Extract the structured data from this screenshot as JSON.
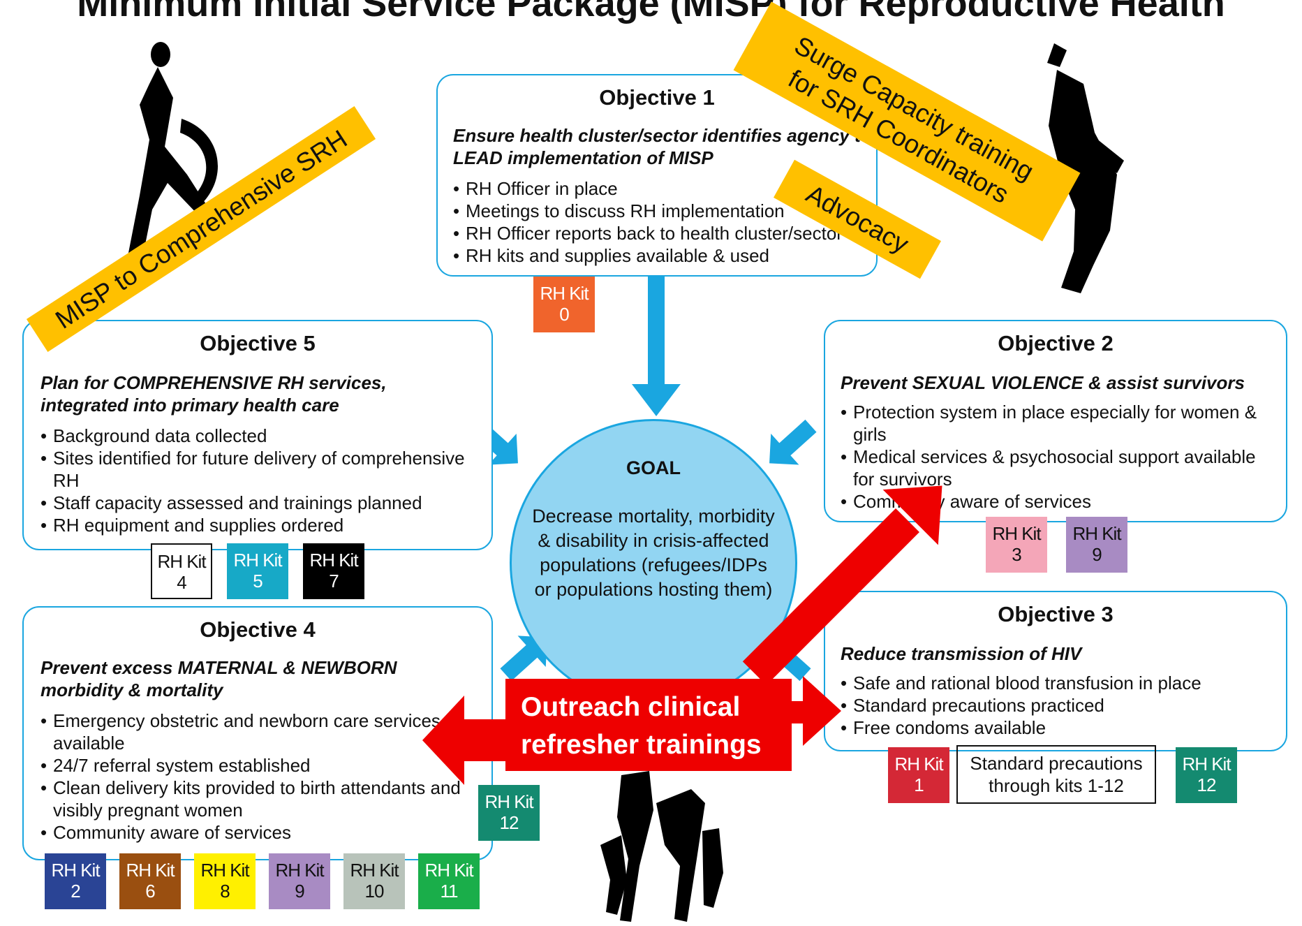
{
  "title": "Minimum Initial Service Package (MISP) for Reproductive Health",
  "colors": {
    "box_border": "#1aa6e0",
    "goal_fill": "#92d5f2",
    "arrow_blue": "#1aa6e0",
    "banner": "#ffc000",
    "outreach_red": "#ee0000"
  },
  "objective1": {
    "title": "Objective 1",
    "subtitle": "Ensure health cluster/sector identifies agency to LEAD implementation of MISP",
    "bullets": [
      "RH Officer in place",
      "Meetings to discuss RH implementation",
      "RH Officer reports back to health cluster/sector",
      "RH kits and supplies available & used"
    ],
    "kits": [
      {
        "label": "RH Kit",
        "number": "0",
        "color": "#f0642c"
      }
    ]
  },
  "objective2": {
    "title": "Objective 2",
    "subtitle": "Prevent SEXUAL VIOLENCE & assist survivors",
    "bullets": [
      "Protection system in place especially for women & girls",
      "Medical services & psychosocial support available for survivors",
      "Community aware of services"
    ],
    "kits": [
      {
        "label": "RH Kit",
        "number": "3",
        "color": "#f4a6b8"
      },
      {
        "label": "RH Kit",
        "number": "9",
        "color": "#a88bc3"
      }
    ]
  },
  "objective3": {
    "title": "Objective 3",
    "subtitle": "Reduce transmission of HIV",
    "bullets": [
      "Safe and rational blood transfusion in place",
      "Standard precautions practiced",
      "Free condoms available"
    ],
    "kits": [
      {
        "label": "RH Kit",
        "number": "1",
        "color": "#d42836"
      },
      {
        "label": "RH Kit",
        "number": "12",
        "color": "#148a70"
      }
    ],
    "note": "Standard precautions through kits 1-12"
  },
  "objective4": {
    "title": "Objective 4",
    "subtitle": "Prevent excess MATERNAL & NEWBORN morbidity & mortality",
    "bullets": [
      "Emergency obstetric and newborn care services available",
      "24/7 referral system established",
      "Clean delivery kits provided to birth attendants and visibly pregnant women",
      "Community aware of services"
    ],
    "kits": [
      {
        "label": "RH Kit",
        "number": "12",
        "color": "#148a70"
      },
      {
        "label": "RH Kit",
        "number": "2",
        "color": "#2a4495"
      },
      {
        "label": "RH Kit",
        "number": "6",
        "color": "#9a4f10"
      },
      {
        "label": "RH Kit",
        "number": "8",
        "color": "#fff000"
      },
      {
        "label": "RH Kit",
        "number": "9",
        "color": "#a88bc3"
      },
      {
        "label": "RH Kit",
        "number": "10",
        "color": "#b8c3ba"
      },
      {
        "label": "RH Kit",
        "number": "11",
        "color": "#1aae4a"
      }
    ]
  },
  "objective5": {
    "title": "Objective 5",
    "subtitle": "Plan for COMPREHENSIVE RH services, integrated into primary health care",
    "bullets": [
      "Background data collected",
      "Sites identified for future delivery of comprehensive RH",
      "Staff capacity assessed and trainings planned",
      "RH equipment and supplies ordered"
    ],
    "kits": [
      {
        "label": "RH Kit",
        "number": "4",
        "color": "#ffffff"
      },
      {
        "label": "RH Kit",
        "number": "5",
        "color": "#17a9c7"
      },
      {
        "label": "RH Kit",
        "number": "7",
        "color": "#000000"
      }
    ]
  },
  "goal": {
    "heading": "GOAL",
    "text": "Decrease mortality, morbidity & disability in crisis-affected populations (refugees/IDPs or populations hosting them)"
  },
  "banners": {
    "misp": "MISP to Comprehensive SRH",
    "surge_line1": "Surge Capacity training",
    "surge_line2": "for SRH Coordinators",
    "advocacy": "Advocacy"
  },
  "outreach": {
    "line1": "Outreach clinical",
    "line2": "refresher trainings"
  },
  "figures": [
    "person-silhouette-icon",
    "person-silhouette-icon",
    "group-silhouette-icon"
  ]
}
